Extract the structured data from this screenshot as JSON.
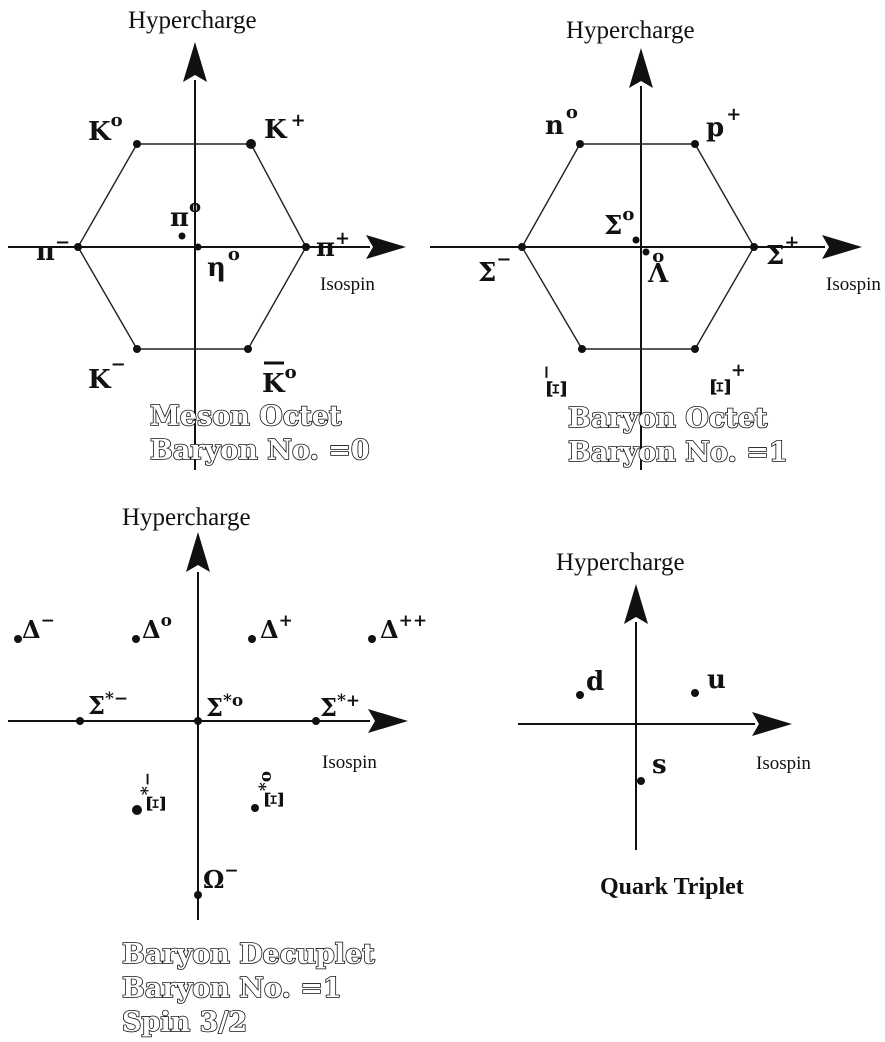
{
  "meson_octet": {
    "y_axis_label": "Hypercharge",
    "x_axis_label": "Isospin",
    "particles": {
      "k0": "K",
      "k0_sup": "o",
      "kplus": "K",
      "kplus_sup": "+",
      "piminus": "π",
      "piminus_sup": "−",
      "pi0": "π",
      "pi0_sup": "o",
      "eta0": "η",
      "eta0_sup": "o",
      "piplus": "π",
      "piplus_sup": "+",
      "kminus": "K",
      "kminus_sup": "−",
      "k0bar": "K",
      "k0bar_sup": "o"
    },
    "caption_line1": "Meson Octet",
    "caption_line2": "Baryon No. =0"
  },
  "baryon_octet": {
    "y_axis_label": "Hypercharge",
    "x_axis_label": "Isospin",
    "particles": {
      "n0": "n",
      "n0_sup": "o",
      "pplus": "p",
      "pplus_sup": "+",
      "sigmaminus": "Σ",
      "sigmaminus_sup": "−",
      "sigma0": "Σ",
      "sigma0_sup": "o",
      "lambda0": "Λ",
      "lambda0_sup": "o",
      "sigmaplus": "Σ",
      "sigmaplus_sup": "+",
      "ximinus": "Ξ",
      "ximinus_sup": "−",
      "xiplus": "Ξ",
      "xiplus_sup": "+"
    },
    "caption_line1": "Baryon Octet",
    "caption_line2": "Baryon No. =1"
  },
  "baryon_decuplet": {
    "y_axis_label": "Hypercharge",
    "x_axis_label": "Isospin",
    "particles": {
      "deltaminus": "Δ",
      "deltaminus_sup": "−",
      "delta0": "Δ",
      "delta0_sup": "o",
      "deltaplus": "Δ",
      "deltaplus_sup": "+",
      "deltaplusplus": "Δ",
      "deltaplusplus_sup": "++",
      "sigmastarminus": "Σ",
      "sigmastarminus_sup": "*−",
      "sigmastar0": "Σ",
      "sigmastar0_sup": "*o",
      "sigmastarplus": "Σ",
      "sigmastarplus_sup": "*+",
      "xistarminus": "Ξ",
      "xistarminus_sup": "*−",
      "xistar0": "Ξ",
      "xistar0_sup": "*o",
      "omegaminus": "Ω",
      "omegaminus_sup": "−"
    },
    "caption_line1": "Baryon Decuplet",
    "caption_line2": "Baryon No. =1",
    "caption_line3": "Spin 3/2"
  },
  "quark_triplet": {
    "y_axis_label": "Hypercharge",
    "x_axis_label": "Isospin",
    "particles": {
      "d": "d",
      "u": "u",
      "s": "s"
    },
    "caption": "Quark Triplet"
  },
  "colors": {
    "ink": "#111111",
    "background": "#ffffff"
  }
}
